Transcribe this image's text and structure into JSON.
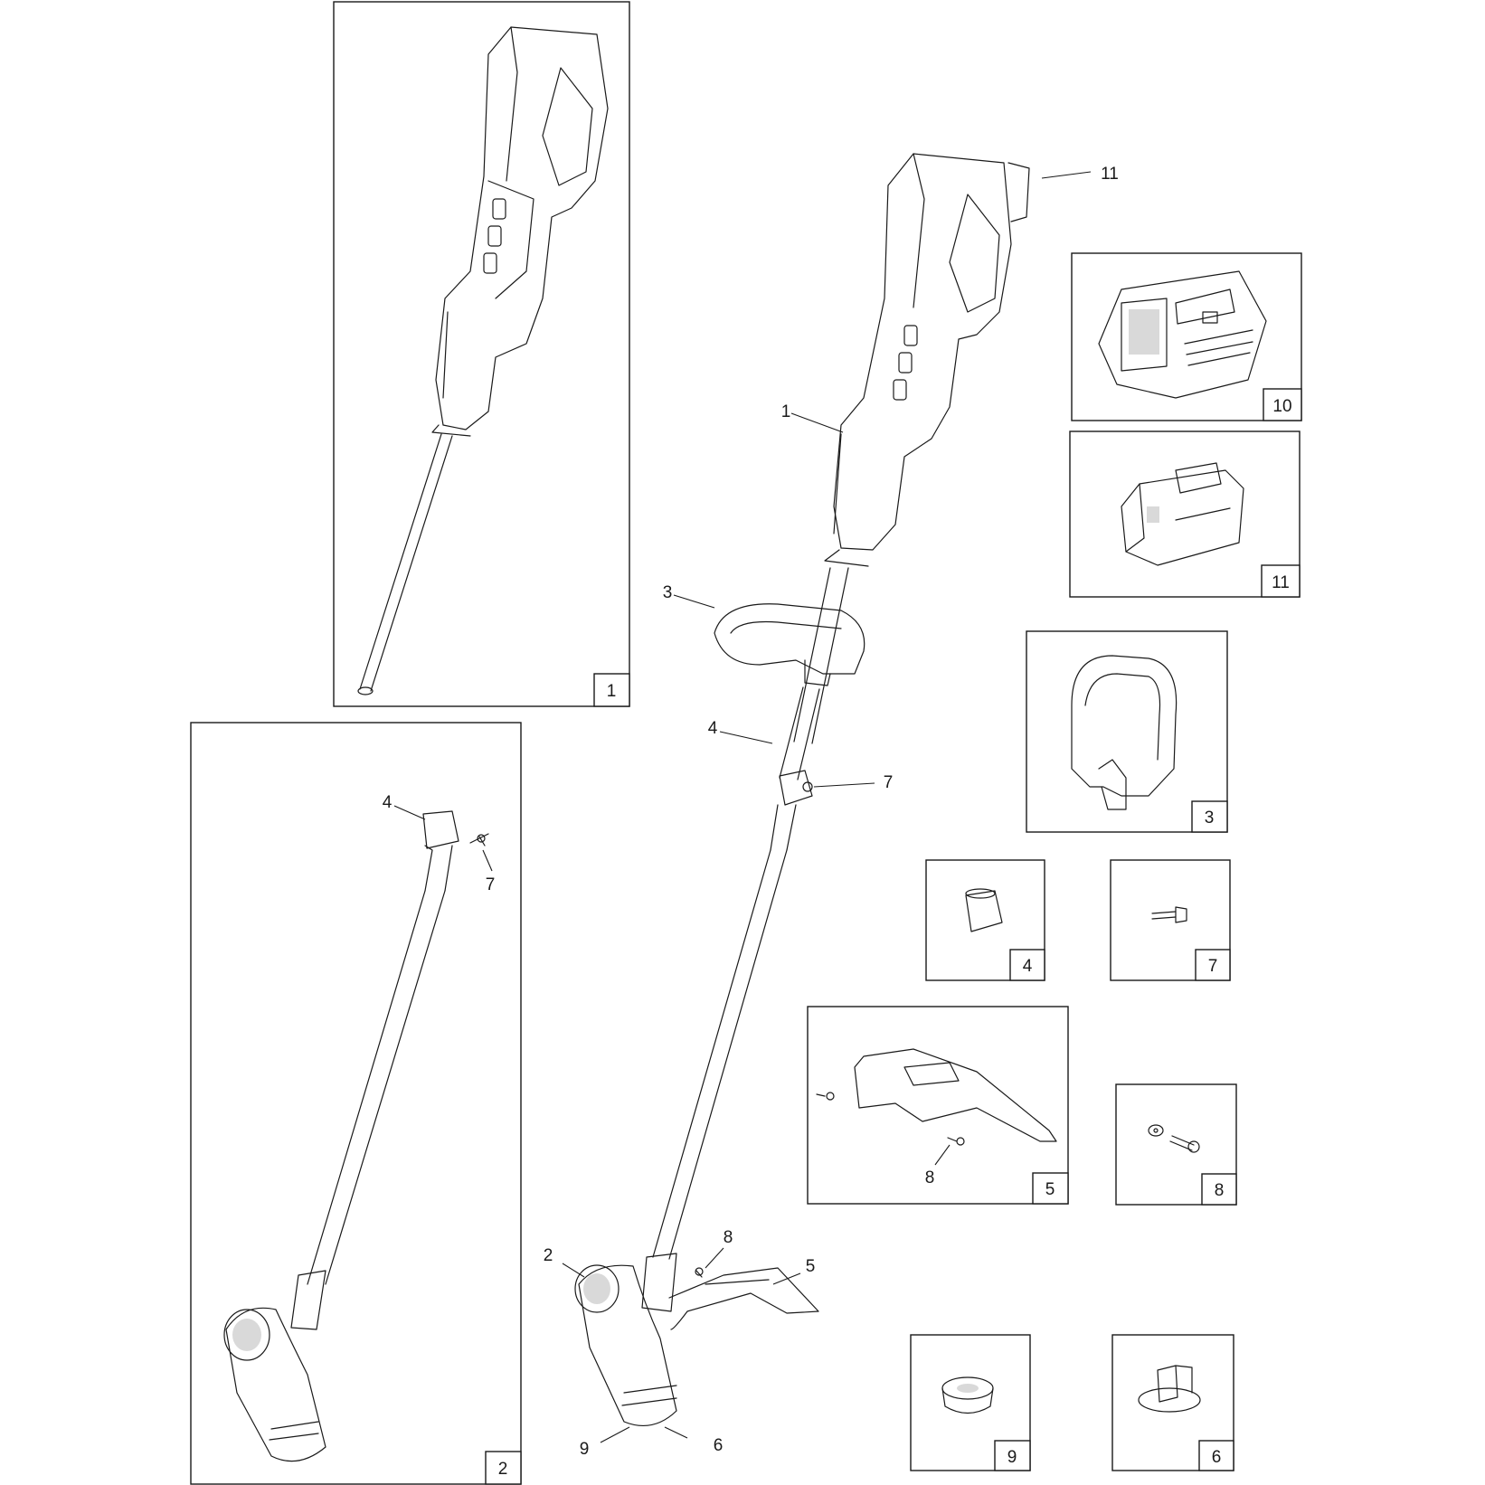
{
  "callouts": {
    "c1": "1",
    "c2": "2",
    "c3": "3",
    "c4": "4",
    "c5": "5",
    "c6": "6",
    "c7": "7",
    "c8": "8",
    "c9": "9",
    "c10": "10",
    "c11": "11"
  },
  "kits": [
    {
      "id": "upper-shaft-assembly",
      "number": "1"
    },
    {
      "id": "lower-shaft-motor-assembly",
      "number": "2"
    },
    {
      "id": "auxiliary-handle",
      "number": "3"
    },
    {
      "id": "shaft-clamp",
      "number": "4"
    },
    {
      "id": "guard",
      "number": "5"
    },
    {
      "id": "spool-cover",
      "number": "6"
    },
    {
      "id": "clamp-bolt",
      "number": "7"
    },
    {
      "id": "guard-screw-washer",
      "number": "8"
    },
    {
      "id": "line-spool",
      "number": "9"
    },
    {
      "id": "battery-charger",
      "number": "10"
    },
    {
      "id": "battery-pack",
      "number": "11"
    }
  ]
}
